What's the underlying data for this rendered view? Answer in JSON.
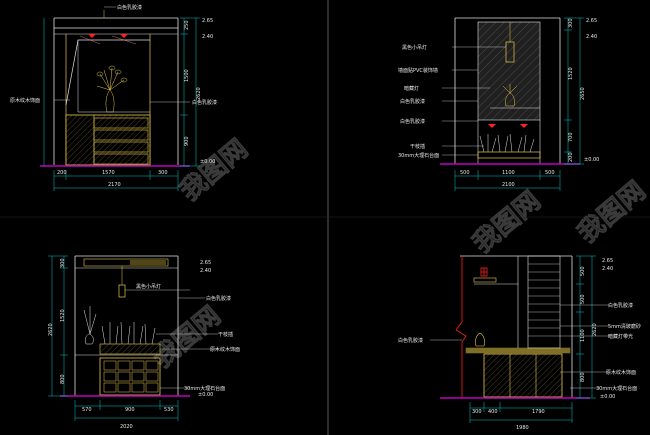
{
  "colors": {
    "background": "#000000",
    "dimension": "#00c8c8",
    "outline": "#e0e0e0",
    "furniture": "#e6c84a",
    "floor": "#c000c0",
    "green": "#2fdc2f",
    "red": "#ff2020",
    "watermark": "#3a3a3a"
  },
  "watermark_text": "我图网",
  "panels": {
    "top_left": {
      "dims_bottom": [
        "200",
        "1570",
        "300"
      ],
      "dim_total": "2170",
      "dims_right": [
        "250",
        "1500",
        "900"
      ],
      "dim_overall": "2620",
      "levels": [
        "2.65",
        "2.40",
        "±0.00"
      ],
      "labels": [
        "白色乳胶漆",
        "原木纹木饰面",
        "白色乳胶漆"
      ]
    },
    "top_right": {
      "dims_bottom": [
        "500",
        "1100",
        "500"
      ],
      "dim_total": "2100",
      "dims_right": [
        "300",
        "1520",
        "700",
        "200"
      ],
      "dim_overall": "2650",
      "levels": [
        "2.65",
        "2.40",
        "±0.00"
      ],
      "labels": [
        "黑色小吊灯",
        "墙面贴PVC装饰墙",
        "暗藏灯",
        "白色乳胶漆",
        "白色乳胶漆",
        "干枝插",
        "30mm大理石台面"
      ]
    },
    "bottom_left": {
      "dims_bottom": [
        "570",
        "900",
        "530"
      ],
      "dim_total": "2020",
      "dims_right": [
        "300",
        "1520",
        "800"
      ],
      "dim_overall": "2620",
      "levels": [
        "2.65",
        "2.40",
        "±0.00"
      ],
      "labels": [
        "黑色小吊灯",
        "白色乳胶漆",
        "干枝插",
        "原木纹木饰面",
        "30mm大理石台面"
      ]
    },
    "bottom_right": {
      "dims_bottom": [
        "300",
        "400",
        "1790"
      ],
      "dim_total": "1980",
      "dims_right": [
        "500",
        "500",
        "1100",
        "800"
      ],
      "dim_overall": "2620",
      "levels": [
        "2.65",
        "2.40",
        "±0.00"
      ],
      "labels": [
        "白色乳胶漆",
        "白色乳胶漆",
        "5mm清玻磨砂",
        "暗藏灯带光",
        "原木纹木饰面",
        "30mm大理石台面"
      ]
    }
  }
}
